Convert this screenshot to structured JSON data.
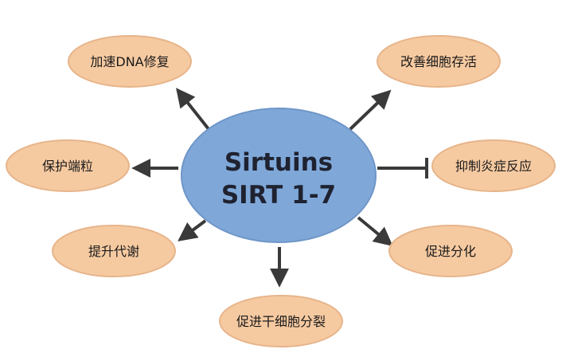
{
  "center": {
    "line1": "Sirtuins",
    "line2": "SIRT 1-7",
    "fill": "#7fa8d9",
    "stroke": "#6f96c8"
  },
  "nodes": [
    {
      "id": "dna-repair",
      "label": "加速DNA修复",
      "relation": "promotes"
    },
    {
      "id": "cell-survival",
      "label": "改善细胞存活",
      "relation": "promotes"
    },
    {
      "id": "telomere",
      "label": "保护端粒",
      "relation": "promotes"
    },
    {
      "id": "inflammation",
      "label": "抑制炎症反应",
      "relation": "inhibits"
    },
    {
      "id": "metabolism",
      "label": "提升代谢",
      "relation": "promotes"
    },
    {
      "id": "differentiation",
      "label": "促进分化",
      "relation": "promotes"
    },
    {
      "id": "stem-cell",
      "label": "促进干细胞分裂",
      "relation": "promotes"
    }
  ],
  "colors": {
    "node_fill": "#f6caa1",
    "node_stroke": "#e7b48a",
    "arrow": "#3a3a3a"
  }
}
